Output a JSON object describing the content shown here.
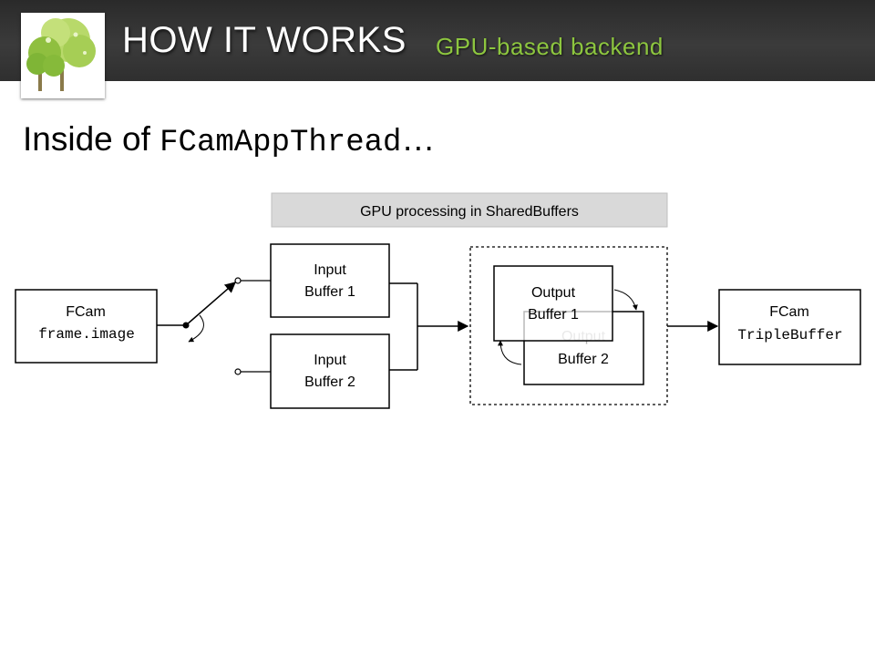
{
  "header": {
    "title": "HOW IT WORKS",
    "subtitle": "GPU-based backend",
    "logo_icon": "tree-icon",
    "background_color": "#333333",
    "subtitle_color": "#8dc63f"
  },
  "heading": {
    "prefix": "Inside of ",
    "code": "FCamAppThread",
    "suffix": "…"
  },
  "diagram": {
    "banner": "GPU processing in SharedBuffers",
    "source": {
      "line1": "FCam",
      "line2": "frame.image"
    },
    "input_buffer_1": {
      "line1": "Input",
      "line2": "Buffer 1"
    },
    "input_buffer_2": {
      "line1": "Input",
      "line2": "Buffer 2"
    },
    "output_buffer_1": {
      "line1": "Output",
      "line2": "Buffer 1"
    },
    "output_buffer_2": {
      "line1": "Output",
      "line2": "Buffer 2"
    },
    "sink": {
      "line1": "FCam",
      "line2": "TripleBuffer"
    }
  }
}
